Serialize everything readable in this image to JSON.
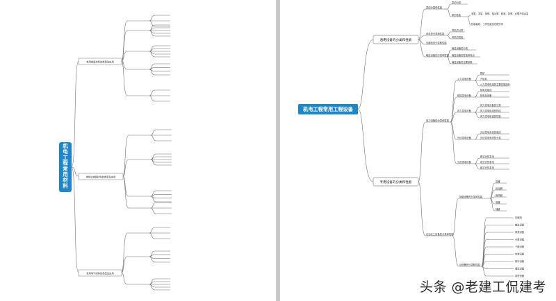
{
  "left": {
    "root": "机电工程常用材料",
    "categories": [
      {
        "label": "常用金属材料的类型及应用"
      },
      {
        "label": "常用非金属材料的类型及应用"
      },
      {
        "label": "常用电气材料的类型及应用"
      }
    ]
  },
  "right": {
    "root": "机电工程常用工程设备",
    "categories": [
      {
        "label": "通用设备的分类和性能",
        "children": [
          {
            "label": "泵的分类和性能",
            "children": [
              "泵的分类",
              "泵的性能"
            ]
          },
          {
            "label": "风机的分类和性能",
            "children": [
              "风机的分类",
              "风机的性能"
            ]
          },
          {
            "label": "压缩机的分类和性能"
          },
          {
            "label": "输送设备的分类和性能",
            "children": [
              "输送设备的分类",
              "输送设备的性能和特点",
              "输送设备的主要参数"
            ]
          }
        ],
        "notes": [
          "参数：流量、扬程、轴功率、转速、效率、必需汽蚀余量",
          "性能曲线、工作性能及匹配关系"
        ]
      },
      {
        "label": "专用设备的分类和性能",
        "children": [
          {
            "label": "电力设备的分类和性能",
            "children": [
              {
                "label": "火力发电设备",
                "children": [
                  "锅炉",
                  "汽轮机",
                  "火力发电机组的主要性能指标"
                ]
              },
              {
                "label": "核能发电设备",
                "children": [
                  "核电站组成",
                  "核电站设备"
                ]
              },
              {
                "label": "风力发电设备",
                "children": [
                  "风力发电设备的分类",
                  "风力发电机组的构成",
                  "风力发电机组的性能"
                ]
              },
              {
                "label": "光伏发电设备",
                "children": [
                  "光伏发电系统的组成",
                  "光伏发电系统的分类"
                ]
              },
              {
                "label": "光热发电设备",
                "children": [
                  "槽式光热发电",
                  "塔式光热发电",
                  "碟式光热发电"
                ]
              }
            ]
          },
          {
            "label": "石油化工设备的分类和性能",
            "children": [
              {
                "label": "静置设备的分类和性能",
                "children": [
                  "容器",
                  "反应器",
                  "换热器",
                  "塔器",
                  "储罐"
                ]
              },
              {
                "label": "动设备的分类和性能",
                "children": [
                  "压缩机",
                  "输送设备",
                  "泵类设备",
                  "分离设备",
                  "干燥设备",
                  "包装设备",
                  "制冷设备",
                  "储运设备",
                  "成型设备"
                ]
              }
            ]
          }
        ]
      }
    ]
  },
  "watermark": "头条 @老建工侃建考"
}
